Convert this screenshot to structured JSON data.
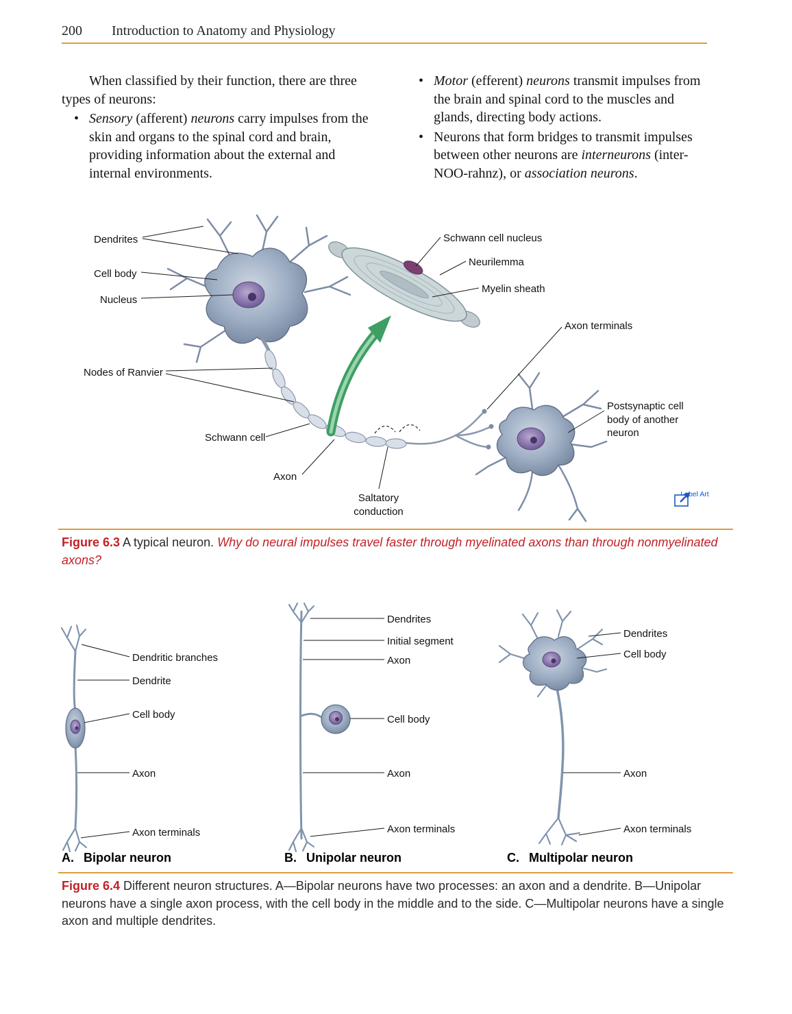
{
  "colors": {
    "rule_orange": "#dd9c3f",
    "figure_red": "#c22126",
    "label_art_blue": "#1a56c4",
    "neuron_fill": "#9fafc4",
    "nucleus_purple": "#8a76ad",
    "arrow_green": "#3f9e63"
  },
  "page": {
    "number": "200",
    "running_head": "Introduction to Anatomy and Physiology"
  },
  "intro": {
    "paragraph": "When classified by their function, there are three types of neurons:",
    "sensory": {
      "p1": "Sensory",
      "p2": " (afferent) ",
      "p3": "neurons",
      "p4": " carry impulses from the skin and organs to the spinal cord and brain, providing information about the external and internal environments."
    },
    "motor": {
      "p1": "Motor",
      "p2": " (efferent) ",
      "p3": "neurons",
      "p4": " transmit impulses from the brain and spinal cord to the muscles and glands, directing body actions."
    },
    "interneurons": {
      "p1": "Neurons that form bridges to transmit impulses between other neurons are ",
      "p2": "interneurons",
      "p3": " (inter-NOO-rahnz), or ",
      "p4": "association neurons",
      "p5": "."
    }
  },
  "figure63": {
    "labels": {
      "dendrites": "Dendrites",
      "cell_body": "Cell body",
      "nucleus": "Nucleus",
      "nodes_of_ranvier": "Nodes of Ranvier",
      "schwann_cell": "Schwann cell",
      "axon": "Axon",
      "saltatory_conduction": "Saltatory conduction",
      "schwann_cell_nucleus": "Schwann cell nucleus",
      "neurilemma": "Neurilemma",
      "myelin_sheath": "Myelin sheath",
      "axon_terminals": "Axon terminals",
      "postsynaptic": "Postsynaptic cell body of another neuron"
    },
    "label_art": "Label Art",
    "caption": {
      "label": "Figure 6.3",
      "text": " A typical neuron. ",
      "question": "Why do neural impulses travel faster through myelinated axons than through nonmyelinated axons?"
    }
  },
  "figure64": {
    "a": {
      "letter": "A.",
      "name": "Bipolar neuron",
      "labels": {
        "dendritic_branches": "Dendritic branches",
        "dendrite": "Dendrite",
        "cell_body": "Cell body",
        "axon": "Axon",
        "axon_terminals": "Axon terminals"
      }
    },
    "b": {
      "letter": "B.",
      "name": "Unipolar neuron",
      "labels": {
        "dendrites": "Dendrites",
        "initial_segment": "Initial segment",
        "axon_upper": "Axon",
        "cell_body": "Cell body",
        "axon_lower": "Axon",
        "axon_terminals": "Axon terminals"
      }
    },
    "c": {
      "letter": "C.",
      "name": "Multipolar neuron",
      "labels": {
        "dendrites": "Dendrites",
        "cell_body": "Cell body",
        "axon": "Axon",
        "axon_terminals": "Axon terminals"
      }
    },
    "caption": {
      "label": "Figure 6.4",
      "text": " Different neuron structures. A—Bipolar neurons have two processes: an axon and a dendrite. B—Unipolar neurons have a single axon process, with the cell body in the middle and to the side. C—Multipolar neurons have a single axon and multiple dendrites."
    }
  }
}
